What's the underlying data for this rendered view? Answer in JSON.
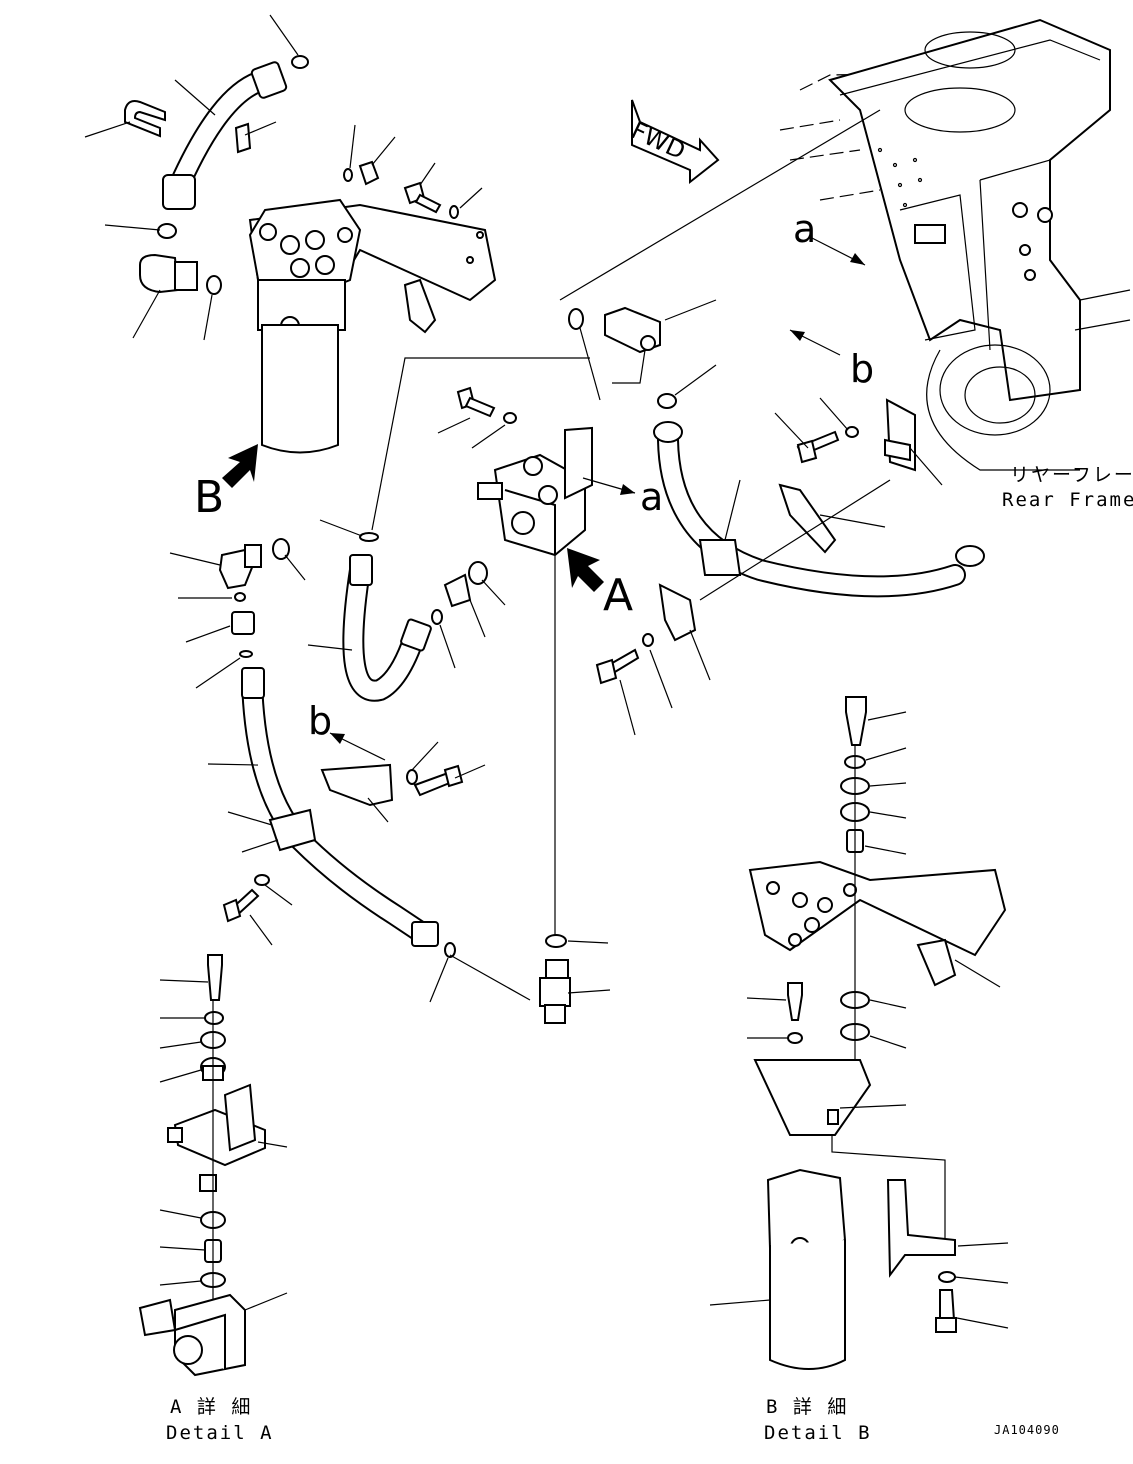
{
  "labels": {
    "fwd": "FWD",
    "view_a": "A",
    "view_b": "B",
    "ref_a_upper": "a",
    "ref_b_upper": "b",
    "ref_a_mid": "a",
    "ref_b_mid": "b",
    "rear_frame_jp": "リヤーフレーム",
    "rear_frame_en": "Rear Frame",
    "detail_a_jp": "A 詳 細",
    "detail_a_en": "Detail A",
    "detail_b_jp": "B 詳 細",
    "detail_b_en": "Detail B",
    "drawing_code": "JA104090"
  },
  "colors": {
    "line": "#000000",
    "background": "#ffffff"
  }
}
